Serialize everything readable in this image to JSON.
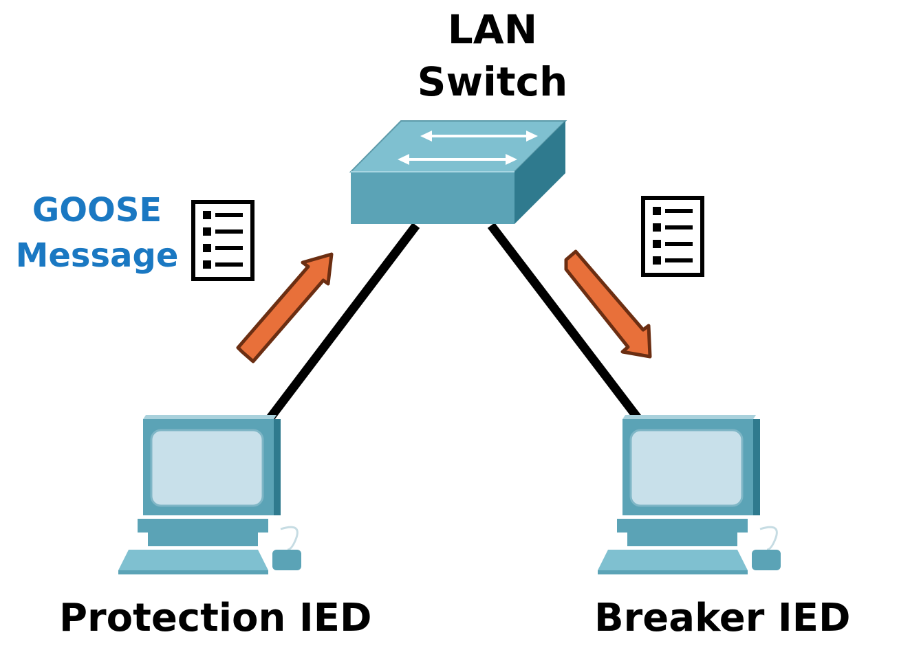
{
  "switch": {
    "title_line1": "LAN",
    "title_line2": "Switch"
  },
  "message": {
    "label_line1": "GOOSE",
    "label_line2": "Message"
  },
  "ieds": {
    "left_label": "Protection IED",
    "right_label": "Breaker IED"
  },
  "colors": {
    "device_body": "#5ba3b6",
    "device_dark": "#2f7a8e",
    "device_top": "#7fc0d0",
    "screen": "#c8e0ea",
    "arrow_fill": "#e8703a",
    "arrow_stroke": "#6b2e12",
    "cable": "#000000",
    "goose_text": "#1a78c2"
  },
  "icons": [
    "switch-icon",
    "computer-icon",
    "message-document-icon",
    "arrow-icon"
  ]
}
